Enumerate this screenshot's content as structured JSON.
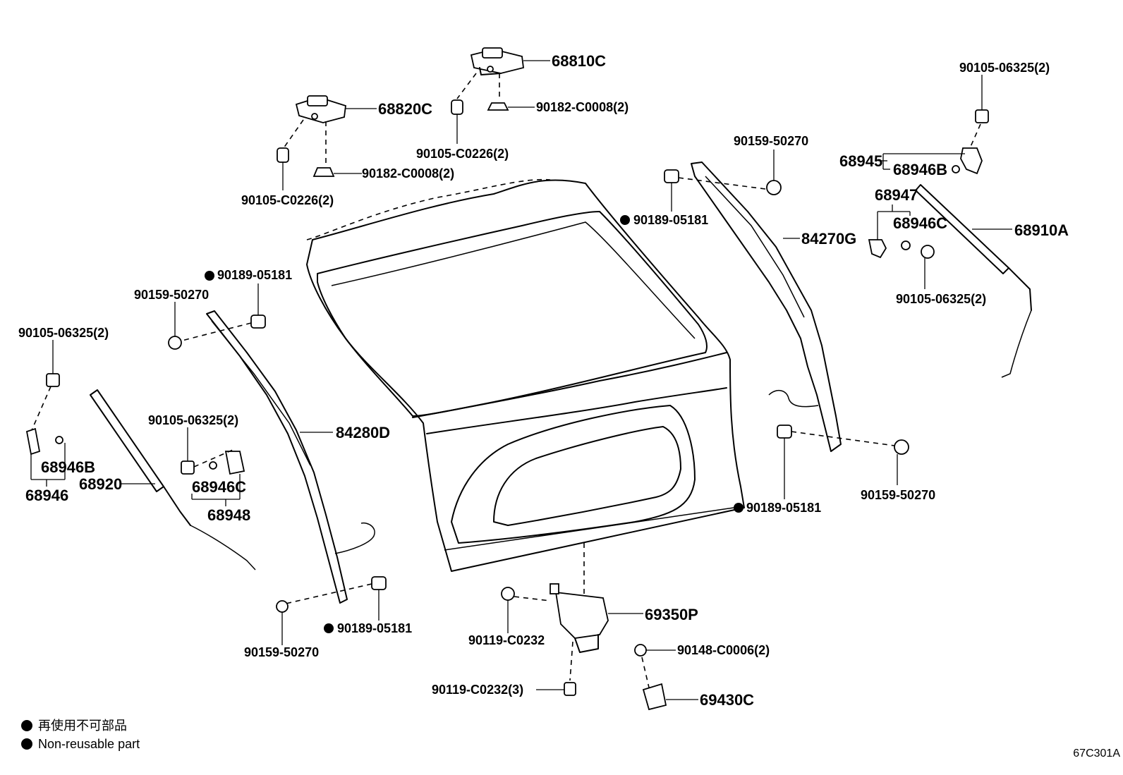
{
  "parts": {
    "p68810C": "68810C",
    "p68820C": "68820C",
    "p90182a": "90182-C0008(2)",
    "p90182b": "90182-C0008(2)",
    "p90105c_a": "90105-C0226(2)",
    "p90105c_b": "90105-C0226(2)",
    "p90105_tr": "90105-06325(2)",
    "p68945": "68945",
    "p68946B_r": "68946B",
    "p68947": "68947",
    "p68946C_r": "68946C",
    "p68910A": "68910A",
    "p90105_r2": "90105-06325(2)",
    "p90159_tr": "90159-50270",
    "p90189_tr": "90189-05181",
    "p84270G": "84270G",
    "p90189_tl": "90189-05181",
    "p90159_l": "90159-50270",
    "p90105_l": "90105-06325(2)",
    "p90105_m": "90105-06325(2)",
    "p84280D": "84280D",
    "p68946B_l": "68946B",
    "p68946_l": "68946",
    "p68920": "68920",
    "p68946C_l": "68946C",
    "p68948": "68948",
    "p90189_bl": "90189-05181",
    "p90159_bl": "90159-50270",
    "p90119a": "90119-C0232",
    "p69350P": "69350P",
    "p90119b": "90119-C0232(3)",
    "p90148": "90148-C0006(2)",
    "p69430C": "69430C",
    "p90189_br": "90189-05181",
    "p90159_br": "90159-50270"
  },
  "legend": {
    "line_jp": "再使用不可部品",
    "line_en": "Non-reusable part"
  },
  "diagram_code": "67C301A"
}
